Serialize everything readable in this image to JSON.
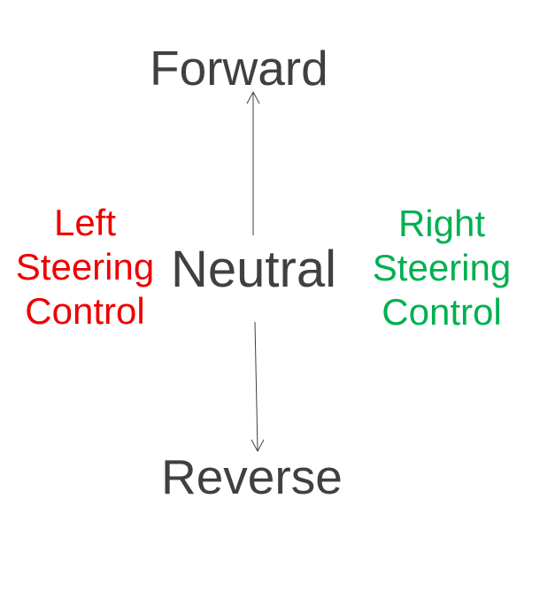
{
  "diagram": {
    "forward_label": "Forward",
    "neutral_label": "Neutral",
    "reverse_label": "Reverse",
    "left_steering": {
      "lines": [
        "Left",
        "Steering",
        "Control"
      ],
      "color": "#ee0000"
    },
    "right_steering": {
      "lines": [
        "Right",
        "Steering",
        "Control"
      ],
      "color": "#00b050"
    },
    "text_color": "#404040",
    "arrow_color": "#404040"
  }
}
